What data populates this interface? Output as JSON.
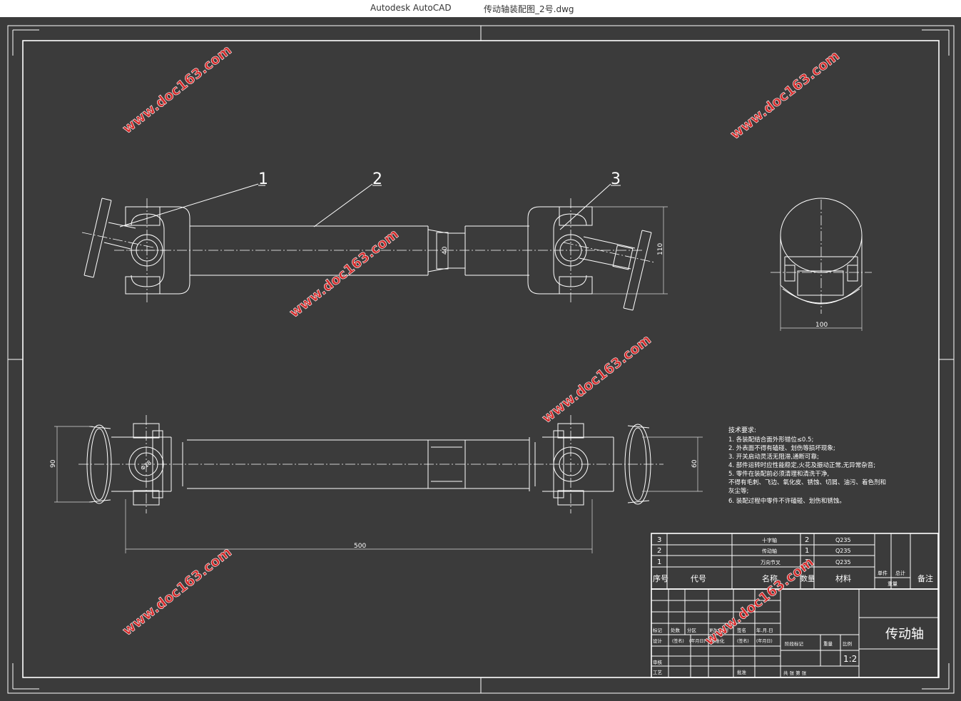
{
  "window": {
    "app_title": "Autodesk AutoCAD",
    "file_title": "传动轴装配图_2号.dwg"
  },
  "drawing": {
    "balloons": [
      "1",
      "2",
      "3"
    ],
    "dimensions": {
      "shaft_dia": "40",
      "height_front": "110",
      "side_width": "100",
      "flange_left": "90",
      "flange_right": "60",
      "overall_length": "500",
      "cross_label": "Φ18"
    },
    "tech_requirements": {
      "title": "技术要求:",
      "lines": [
        "1. 各装配结合面外形错位≤0.5;",
        "2. 外表面不得有磕碰、划伤等损坏现象;",
        "3. 开关启动灵活无阻滞,通断可靠;",
        "4. 部件运转时应性能稳定,火花及振动正常,无异常杂音;",
        "5. 零件在装配前必须清理和清洗干净,",
        "不得有毛刺、飞边、氧化皮、锈蚀、切屑、油污、着色剂和",
        "灰尘等;",
        "6. 装配过程中零件不许磕碰、划伤和锈蚀。"
      ]
    }
  },
  "bom": {
    "rows": [
      {
        "seq": "3",
        "code": "",
        "name": "十字轴",
        "qty": "2",
        "material": "Q235"
      },
      {
        "seq": "2",
        "code": "",
        "name": "传动轴",
        "qty": "1",
        "material": "Q235"
      },
      {
        "seq": "1",
        "code": "",
        "name": "万向节叉",
        "qty": "2",
        "material": "Q235"
      }
    ],
    "headers": {
      "seq": "序号",
      "code": "代号",
      "name": "名称",
      "qty": "数量",
      "material": "材料",
      "single": "单件",
      "total": "总计",
      "weight": "重量",
      "remark": "备注"
    }
  },
  "title_block": {
    "part_name": "传动轴",
    "scale": "1:2",
    "labels": {
      "mark": "标记",
      "count": "处数",
      "zone": "分区",
      "doc_no": "更改文件号",
      "sign": "签名",
      "date": "年.月.日",
      "design": "设计",
      "sign2": "(签名)",
      "date2": "(年月日)",
      "std": "标准化",
      "sign3": "(签名)",
      "date3": "(年月日)",
      "review": "审核",
      "process": "工艺",
      "approve": "批准",
      "stage": "阶段标记",
      "weight": "重量",
      "ratio": "比例",
      "sheets": "共  张  第  张"
    }
  },
  "watermark": {
    "text": "www.doc163.com",
    "color": "#d62a2a"
  }
}
